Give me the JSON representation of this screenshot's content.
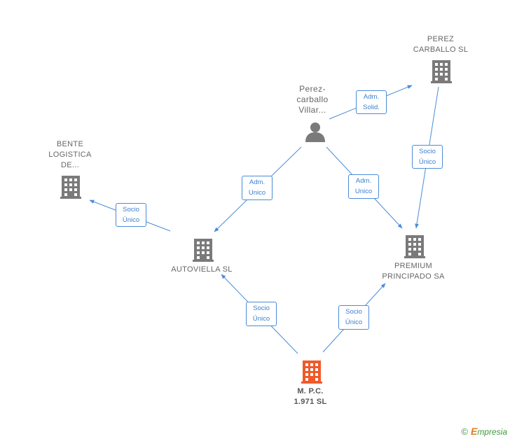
{
  "nodes": {
    "perez_carballo_sl": {
      "line1": "PEREZ",
      "line2": "CARBALLO SL"
    },
    "person": {
      "line1": "Perez-",
      "line2": "carballo",
      "line3": "Villar..."
    },
    "bente": {
      "line1": "BENTE",
      "line2": "LOGISTICA",
      "line3": "DE..."
    },
    "autoviella": {
      "line1": "AUTOVIELLA SL"
    },
    "premium": {
      "line1": "PREMIUM",
      "line2": "PRINCIPADO SA"
    },
    "mpc": {
      "line1": "M. P.C.",
      "line2": "1.971  SL"
    }
  },
  "edges": {
    "person_to_perez": {
      "line1": "Adm.",
      "line2": "Solid."
    },
    "perez_to_premium": {
      "line1": "Socio",
      "line2": "Único"
    },
    "person_to_autoviella": {
      "line1": "Adm.",
      "line2": "Unico"
    },
    "person_to_premium": {
      "line1": "Adm.",
      "line2": "Unico"
    },
    "autoviella_to_bente": {
      "line1": "Socio",
      "line2": "Único"
    },
    "mpc_to_autoviella": {
      "line1": "Socio",
      "line2": "Único"
    },
    "mpc_to_premium": {
      "line1": "Socio",
      "line2": "Único"
    }
  },
  "colors": {
    "edge": "#4a8cd8",
    "company_icon": "#7a7a7a",
    "focus_icon": "#f05a2a"
  },
  "brand": {
    "copyright": "©",
    "e": "E",
    "name": "mpresia"
  }
}
